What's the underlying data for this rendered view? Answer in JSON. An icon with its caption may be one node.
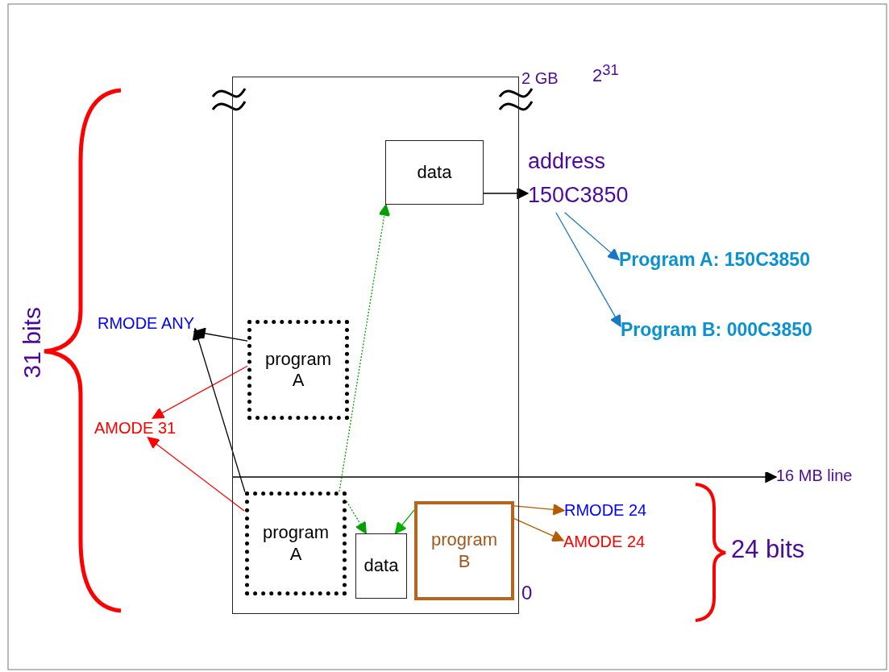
{
  "diagram": {
    "nodes": [
      {
        "text": [],
        "shape": "box"
      },
      {
        "text": [
          "data"
        ],
        "in": 0
      },
      {
        "text": [
          "program A"
        ],
        "in": 0
      },
      {
        "text": [
          "program A"
        ],
        "in": 0
      },
      {
        "text": [
          "data"
        ],
        "in": 0
      },
      {
        "text": [
          "program B"
        ],
        "in": 0
      },
      {
        "text": [
          "address",
          "150C3850"
        ]
      },
      {
        "text": [
          "Program A: 150C3850"
        ]
      },
      {
        "text": [
          "Program B: 000C3850"
        ]
      },
      {
        "text": [
          "RMODE ANY"
        ]
      },
      {
        "text": [
          "AMODE 31"
        ]
      },
      {
        "text": [
          "RMODE 24"
        ]
      },
      {
        "text": [
          "AMODE 24"
        ]
      },
      {
        "text": [
          "16 MB line"
        ]
      }
    ],
    "edges": [
      {
        "from": 1,
        "to": 6,
        "arrow": "to"
      },
      {
        "from": 6,
        "to": 7,
        "arrow": "to",
        "color": "#1a78c2"
      },
      {
        "from": 6,
        "to": 8,
        "arrow": "to",
        "color": "#1a78c2"
      },
      {
        "from": 2,
        "to": 9,
        "arrow": "to"
      },
      {
        "from": 2,
        "to": 10,
        "arrow": "to",
        "color": "#ff0000"
      },
      {
        "from": 3,
        "to": 9,
        "arrow": "to"
      },
      {
        "from": 3,
        "to": 10,
        "arrow": "to",
        "color": "#ff0000"
      },
      {
        "from": 3,
        "to": 1,
        "arrow": "to",
        "style": "dashed",
        "color": "#00a000"
      },
      {
        "from": 3,
        "to": 4,
        "arrow": "to",
        "style": "dashed",
        "color": "#00a000"
      },
      {
        "from": 5,
        "to": 4,
        "arrow": "to",
        "color": "#00b000"
      },
      {
        "from": 5,
        "to": 11,
        "arrow": "to",
        "color": "#b35c00"
      },
      {
        "from": 5,
        "to": 12,
        "arrow": "to",
        "color": "#b35c00"
      },
      {
        "from": 0,
        "to": 13,
        "arrow": "to"
      }
    ],
    "labels": [
      "2 GB",
      "2$^{31}$",
      "0",
      "31 bits",
      "24 bits"
    ]
  }
}
